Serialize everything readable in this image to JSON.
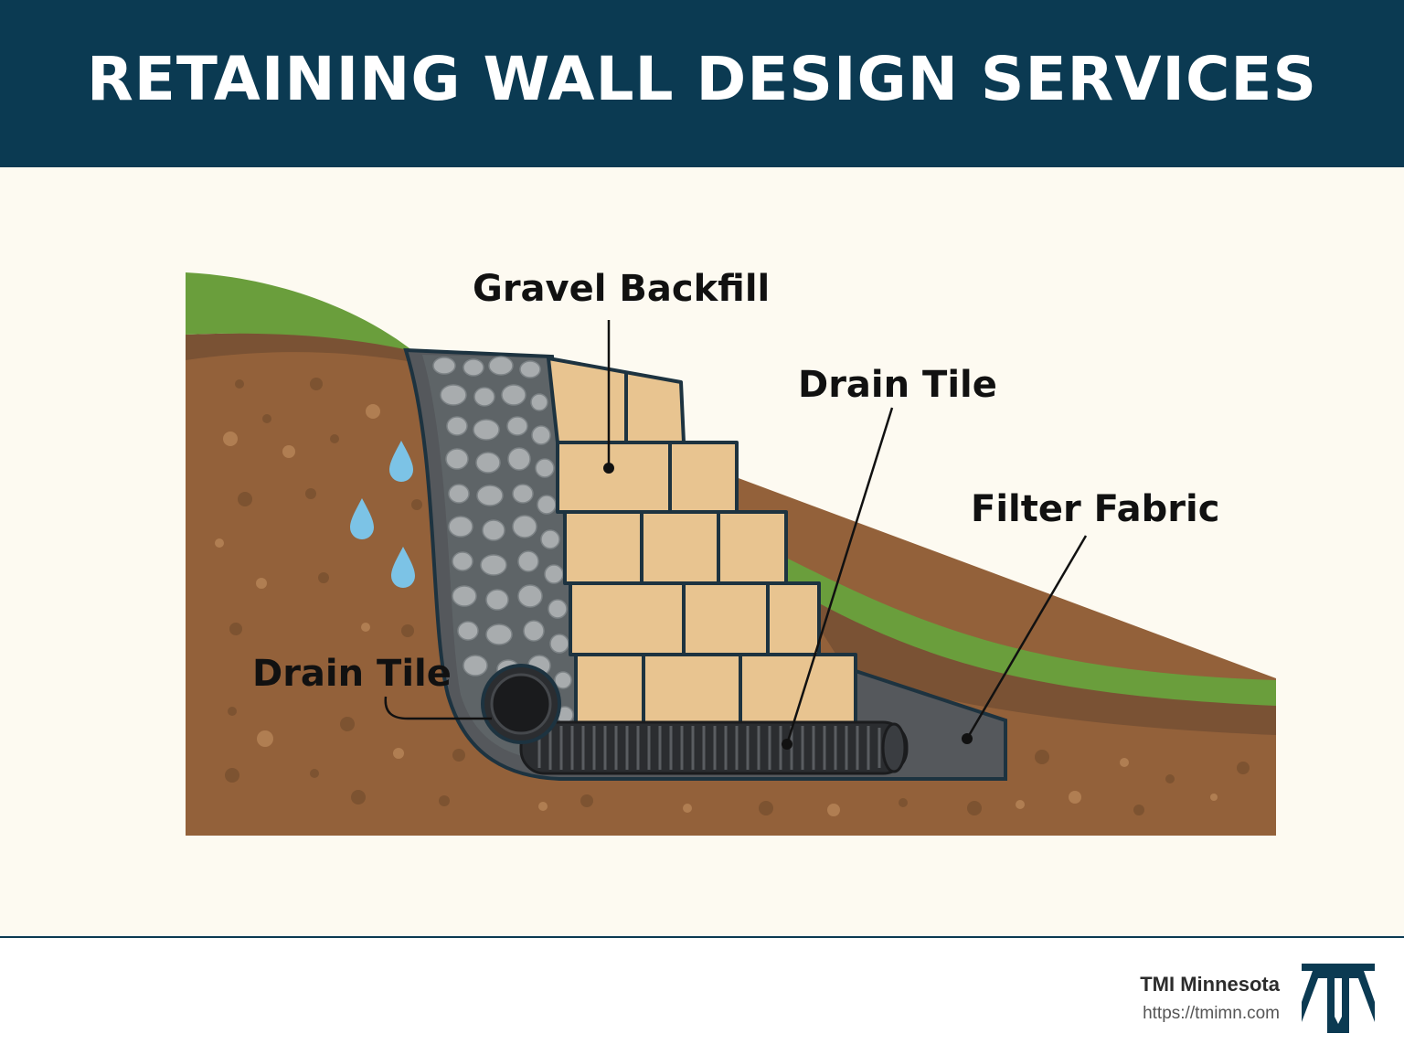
{
  "header": {
    "title": "RETAINING WALL DESIGN SERVICES"
  },
  "labels": {
    "gravel_backfill": "Gravel Backfill",
    "drain_tile_top": "Drain Tile",
    "filter_fabric": "Filter Fabric",
    "drain_tile_left": "Drain Tile"
  },
  "brand": {
    "name": "TMI Minnesota",
    "url": "https://tmimn.com"
  },
  "icons": {
    "logo": "tmi-logo-icon",
    "water": "water-drop-icon"
  },
  "colors": {
    "header_bg": "#0b3a52",
    "page_bg": "#fdfaf1",
    "grass": "#6a9e3c",
    "soil": "#93613a",
    "topsoil": "#7a5234",
    "gravel_bg": "#5e6467",
    "stone": "#a8acae",
    "block": "#e8c490",
    "outline": "#1d3340",
    "pipe": "#2b2d30",
    "water": "#7cc3e6",
    "fabric": "#55585c"
  }
}
